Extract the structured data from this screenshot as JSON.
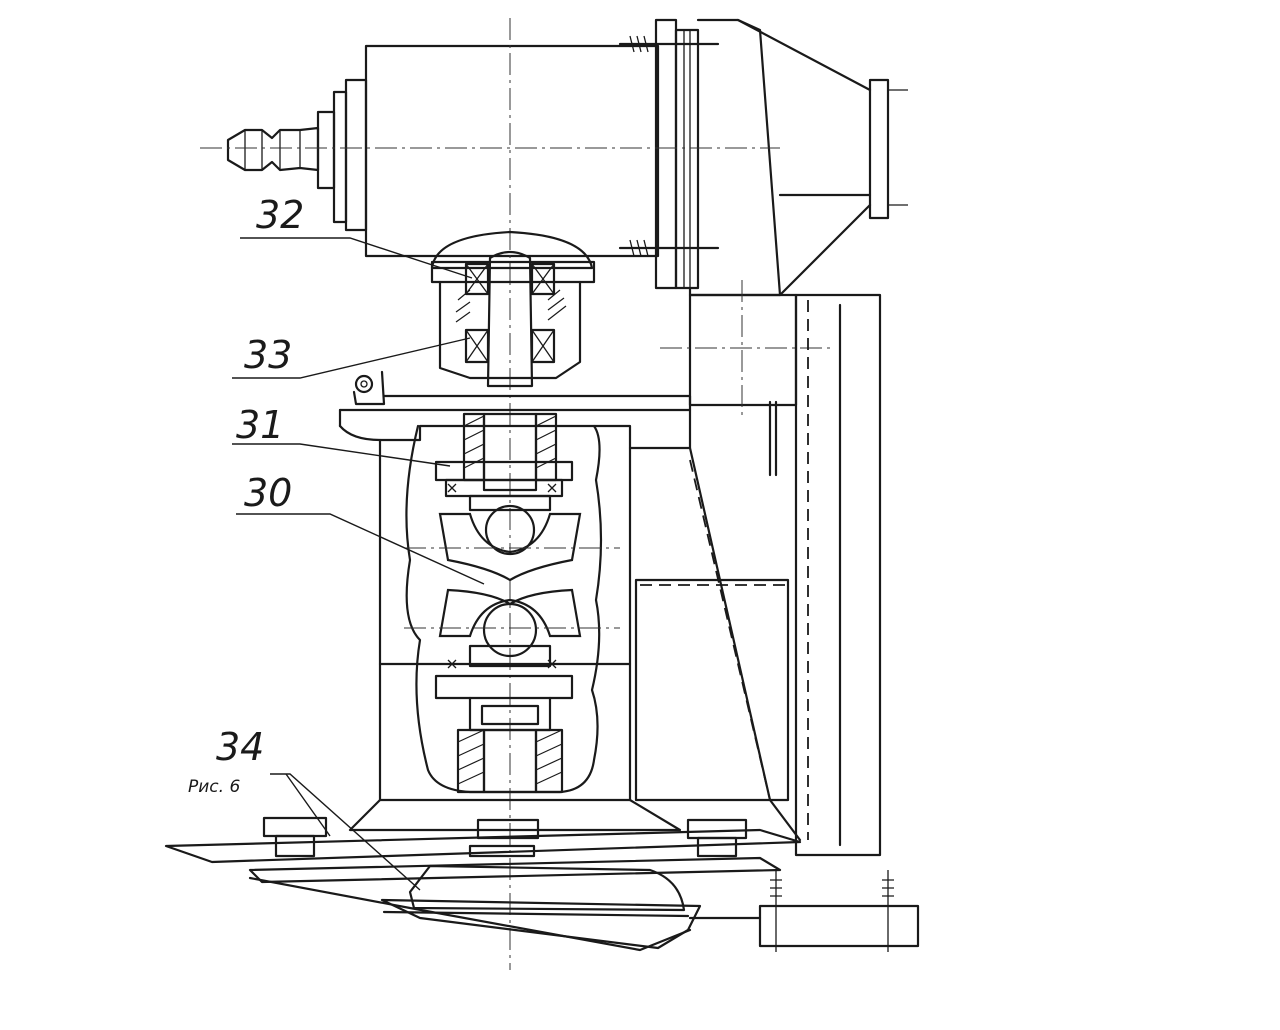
{
  "drawing": {
    "callouts": [
      {
        "id": "32",
        "label": "32"
      },
      {
        "id": "33",
        "label": "33"
      },
      {
        "id": "31",
        "label": "31"
      },
      {
        "id": "30",
        "label": "30"
      },
      {
        "id": "34",
        "label": "34",
        "sub": "Рис. 6"
      }
    ],
    "line_color": "#1a1a1a",
    "background": "#ffffff"
  }
}
